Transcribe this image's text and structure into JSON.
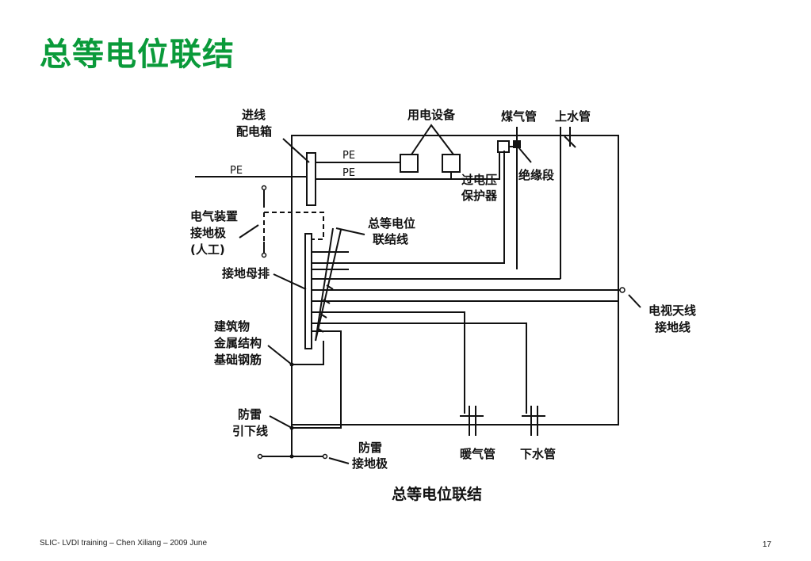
{
  "slide": {
    "title": "总等电位联结",
    "footer": "SLIC- LVDI training – Chen Xiliang – 2009 June",
    "page_number": "17"
  },
  "diagram": {
    "caption": "总等电位联结",
    "labels": {
      "incoming_box_1": "进线",
      "incoming_box_2": "配电箱",
      "equipment": "用电设备",
      "gas_pipe": "煤气管",
      "water_supply": "上水管",
      "surge_1": "过电压",
      "surge_2": "保护器",
      "insulation": "绝缘段",
      "pe_main": "PE",
      "pe_upper": "PE",
      "pe_lower": "PE",
      "elec_ground_1": "电气装置",
      "elec_ground_2": "接地极",
      "elec_ground_3": "(人工)",
      "bonding_1": "总等电位",
      "bonding_2": "联结线",
      "busbar": "接地母排",
      "building_1": "建筑物",
      "building_2": "金属结构",
      "building_3": "基础钢筋",
      "tv_1": "电视天线",
      "tv_2": "接地线",
      "lightning_down_1": "防雷",
      "lightning_down_2": "引下线",
      "lightning_gnd_1": "防雷",
      "lightning_gnd_2": "接地极",
      "heating": "暖气管",
      "drain": "下水管"
    }
  }
}
